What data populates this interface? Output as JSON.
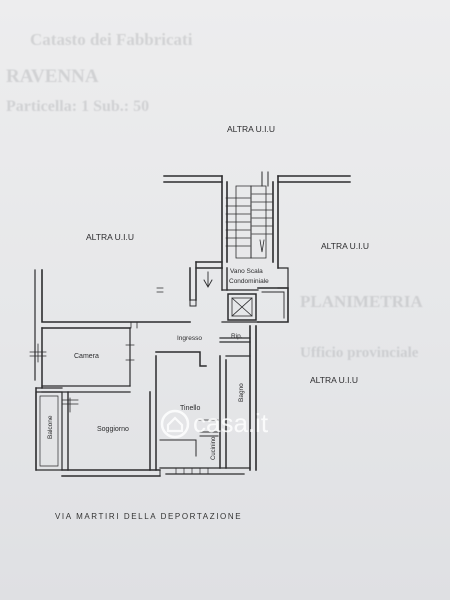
{
  "ghost_text": {
    "line1": "Catasto dei Fabbricati",
    "line2": "RAVENNA",
    "line3": "Particella: 1 Sub.: 50",
    "right1": "PLANIMETRIA",
    "right2": "Ufficio provinciale"
  },
  "labels": {
    "altra_top": "ALTRA U.I.U",
    "altra_left": "ALTRA U.I.U",
    "altra_right_upper": "ALTRA U.I.U",
    "altra_right_lower": "ALTRA U.I.U",
    "vano_scala_1": "Vano Scala",
    "vano_scala_2": "Condominiale",
    "ingresso": "Ingresso",
    "rip": "Rip.",
    "camera": "Camera",
    "tinello": "Tinello",
    "bagno": "Bagno",
    "soggiorno": "Soggiorno",
    "balcone": "Balcone",
    "cucinino": "Cucinino"
  },
  "street": "VIA MARTIRI DELLA DEPORTAZIONE",
  "watermark": "casa.it",
  "colors": {
    "paper": "#e9eaec",
    "ink": "#2c2c2e",
    "watermark": "#ffffff"
  }
}
